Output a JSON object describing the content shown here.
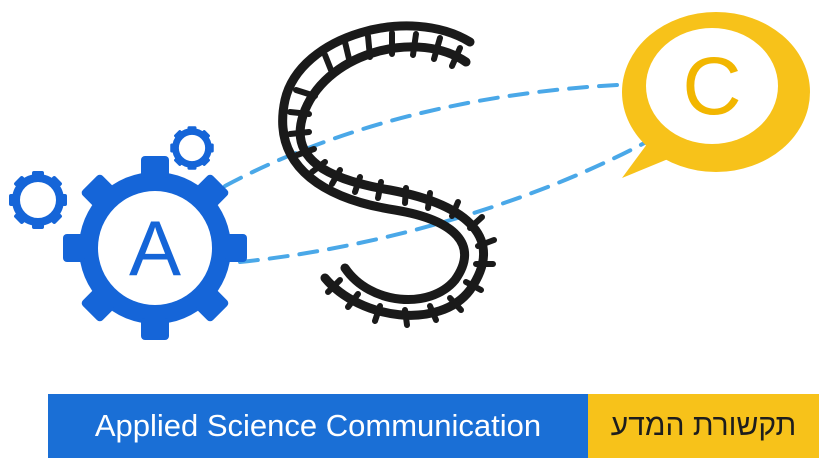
{
  "logo": {
    "gear_letter": "A",
    "bubble_letter": "C",
    "icons": [
      "gear-icon",
      "small-gear-icon",
      "dna-helix-icon",
      "speech-bubble-icon",
      "dashed-connector-line"
    ],
    "colors": {
      "blue": "#1a6fd6",
      "yellow": "#f7c21a",
      "dashed_line": "#4aa8e8",
      "helix": "#1a1a1a"
    }
  },
  "banner": {
    "english": "Applied Science Communication",
    "hebrew": "תקשורת המדע"
  }
}
